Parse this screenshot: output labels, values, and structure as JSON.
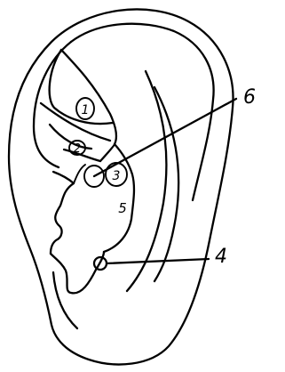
{
  "diagram": {
    "type": "ear-point-diagram",
    "colors": {
      "background": "#ffffff",
      "ink": "#000000"
    },
    "region_labels": [
      {
        "id": "1",
        "text": "1"
      },
      {
        "id": "2",
        "text": "2"
      },
      {
        "id": "3",
        "text": "3"
      },
      {
        "id": "5",
        "text": "5"
      }
    ],
    "callouts": [
      {
        "id": "4",
        "text": "4"
      },
      {
        "id": "6",
        "text": "6"
      }
    ]
  }
}
